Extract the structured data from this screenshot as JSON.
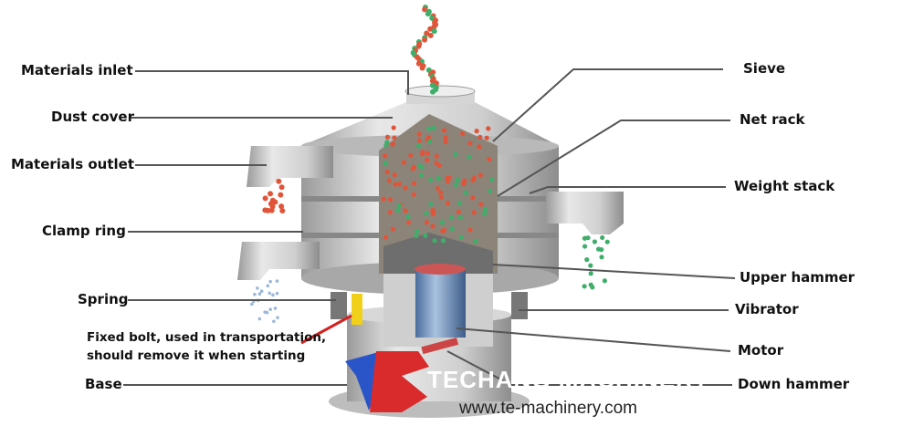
{
  "labels_left": [
    {
      "id": "materials-inlet",
      "text": "Materials inlet"
    },
    {
      "id": "dust-cover",
      "text": "Dust cover"
    },
    {
      "id": "materials-outlet",
      "text": "Materials outlet"
    },
    {
      "id": "clamp-ring",
      "text": "Clamp ring"
    },
    {
      "id": "spring",
      "text": "Spring"
    },
    {
      "id": "base",
      "text": "Base"
    }
  ],
  "labels_right": [
    {
      "id": "sieve",
      "text": "Sieve"
    },
    {
      "id": "net-rack",
      "text": "Net rack"
    },
    {
      "id": "weight-stack",
      "text": "Weight stack"
    },
    {
      "id": "upper-hammer",
      "text": "Upper hammer"
    },
    {
      "id": "vibrator",
      "text": "Vibrator"
    },
    {
      "id": "motor",
      "text": "Motor"
    },
    {
      "id": "down-hammer",
      "text": "Down hammer"
    }
  ],
  "note": {
    "line1": "Fixed bolt, used in transportation,",
    "line2": "should remove it when starting"
  },
  "logo": {
    "brand": "TECHANG MACHINERY",
    "url": "www.te-machinery.com",
    "colors": {
      "blue": "#2a55c8",
      "red": "#d92b2b"
    }
  },
  "colors": {
    "metal": "#c9c9c9",
    "particle_red": "#e0553a",
    "particle_green": "#3fae6a",
    "leader": "#555555",
    "bolt": "#f1d01a",
    "bolt_line": "#d62020"
  }
}
